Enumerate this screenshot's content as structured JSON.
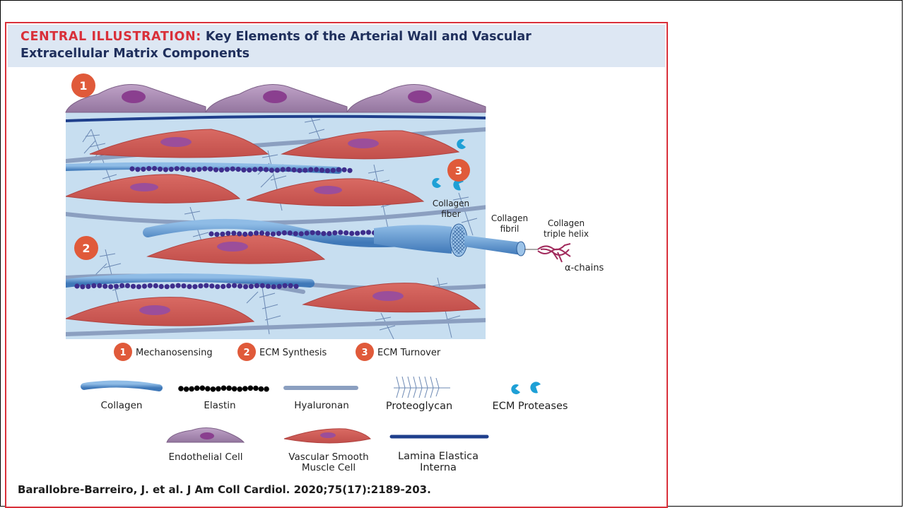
{
  "title": {
    "prefix": "CENTRAL ILLUSTRATION:",
    "line1": "Key Elements of the Arterial Wall and Vascular",
    "line2": "Extracellular Matrix Components"
  },
  "markers": {
    "one": "1",
    "two": "2",
    "three": "3"
  },
  "callouts": {
    "fiber_1": "Collagen",
    "fiber_2": "fiber",
    "fibril_1": "Collagen",
    "fibril_2": "fibril",
    "helix_1": "Collagen",
    "helix_2": "triple helix",
    "chains": "α-chains"
  },
  "processes": [
    {
      "number": "1",
      "label": "Mechanosensing"
    },
    {
      "number": "2",
      "label": "ECM Synthesis"
    },
    {
      "number": "3",
      "label": "ECM Turnover"
    }
  ],
  "legend": {
    "collagen": "Collagen",
    "elastin": "Elastin",
    "hyaluronan": "Hyaluronan",
    "proteoglycan": "Proteoglycan",
    "proteases": "ECM Proteases",
    "endothelial": "Endothelial Cell",
    "smc_1": "Vascular Smooth",
    "smc_2": "Muscle Cell",
    "lamina_1": "Lamina Elastica",
    "lamina_2": "Interna"
  },
  "citation": "Barallobre-Barreiro, J. et al. J Am Coll Cardiol. 2020;75(17):2189-203.",
  "colors": {
    "accent_red": "#d9303a",
    "title_navy": "#1f2f5c",
    "header_bg": "#dde7f3",
    "marker_orange": "#e05a3a",
    "collagen_blue": "#5b93cf",
    "elastin_purple": "#3e2d8c",
    "hyaluronan_gray": "#8b9fc0",
    "protease_cyan": "#1ea0d6",
    "endothelial_lilac": "#a98bb5",
    "smc_red": "#cf5b57",
    "lamina_navy": "#1f3f8c",
    "matrix_bg": "#c7def0"
  }
}
